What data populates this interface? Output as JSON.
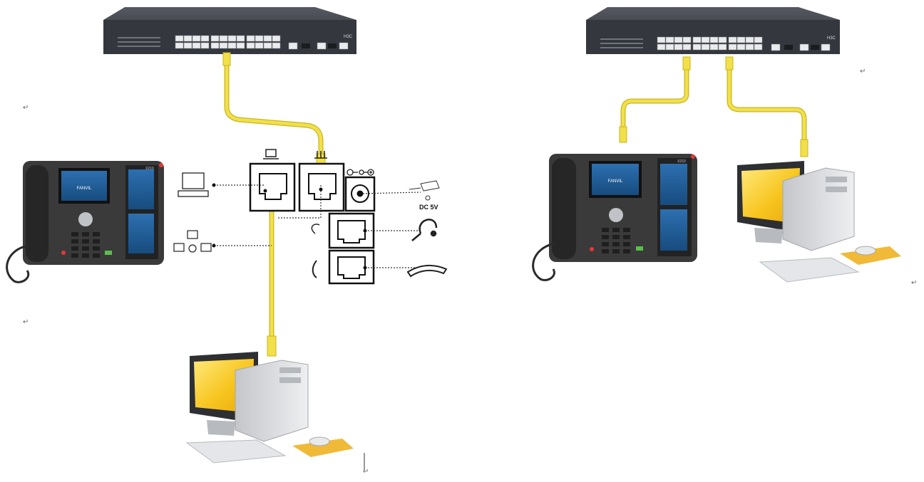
{
  "left_diagram": {
    "switch": {
      "brand": "H3C"
    },
    "phone": {
      "model": "X210",
      "screen_brand": "FANVIL"
    },
    "ports": {
      "power_label": "DC 5V"
    }
  },
  "right_diagram": {
    "switch": {
      "brand": "H3C"
    },
    "phone": {
      "model": "X210",
      "screen_brand": "FANVIL"
    }
  },
  "paragraph_mark": "↵",
  "colors": {
    "cable": "#f2e04a",
    "cable_dark": "#c9b520",
    "switch_body": "#3b3e45",
    "phone_body": "#3a3a3a",
    "monitor_screen": "#f4c21a",
    "pc_case": "#d7d9dc",
    "mousepad": "#f0b938"
  }
}
